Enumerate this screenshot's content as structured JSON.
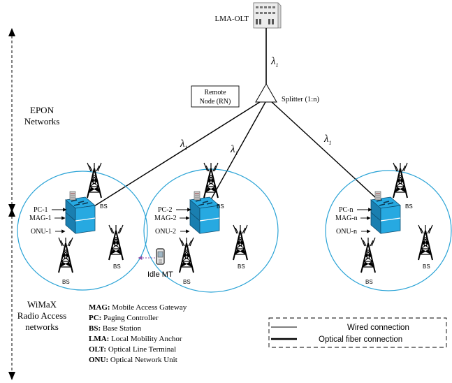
{
  "olt": {
    "label": "LMA-OLT"
  },
  "lambda_symbol": "λ",
  "lambda_sub": "1",
  "remote_node": {
    "line1": "Remote",
    "line2": "Node (RN)"
  },
  "splitter": {
    "label": "Splitter (1:n)"
  },
  "sections": {
    "epon": [
      "EPON",
      "Networks"
    ],
    "wimax": [
      "WiMaX",
      "Radio Access",
      "networks"
    ]
  },
  "cells": [
    {
      "pc": "PC-1",
      "mag": "MAG-1",
      "onu": "ONU-1"
    },
    {
      "pc": "PC-2",
      "mag": "MAG-2",
      "onu": "ONU-2"
    },
    {
      "pc": "PC-n",
      "mag": "MAG-n",
      "onu": "ONU-n"
    }
  ],
  "bs_label": "BS",
  "idle_mt": "Idle MT",
  "legend_abbrev": [
    {
      "abbr": "MAG:",
      "text": " Mobile Access Gateway"
    },
    {
      "abbr": "PC:",
      "text": " Paging Controller"
    },
    {
      "abbr": "BS:",
      "text": " Base Station"
    },
    {
      "abbr": "LMA:",
      "text": " Local Mobility Anchor"
    },
    {
      "abbr": "OLT:",
      "text": " Optical Line Terminal"
    },
    {
      "abbr": "ONU:",
      "text": " Optical Network Unit"
    }
  ],
  "legend_lines": {
    "wired": "Wired connection",
    "fiber": "Optical fiber connection"
  },
  "colors": {
    "cell_border": "#2aa3d6",
    "switch_blue": "#27a9e1",
    "switch_dark": "#1a7fb0",
    "mt_arrow": "#8a4fa8"
  }
}
